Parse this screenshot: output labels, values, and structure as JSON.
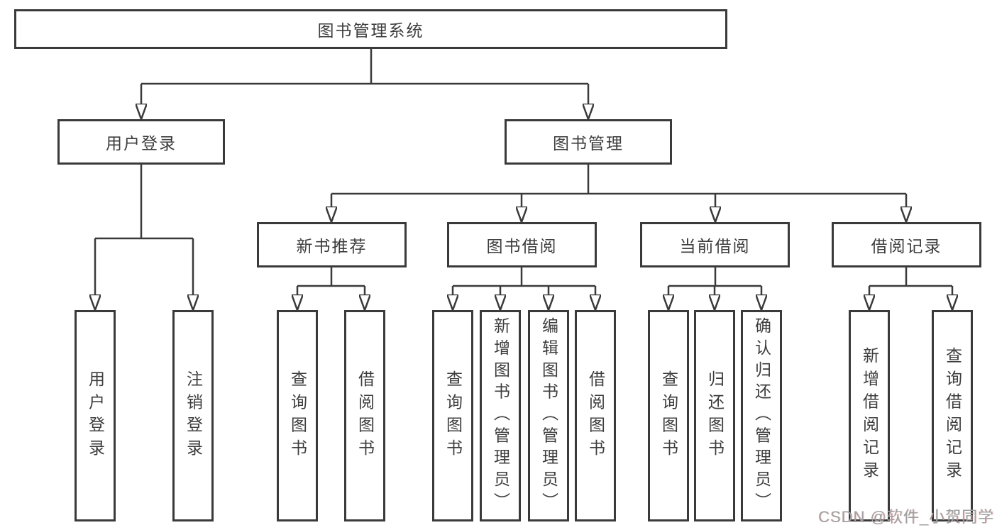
{
  "title": "图书管理系统",
  "tree": {
    "label": "图书管理系统",
    "children": [
      {
        "label": "用户登录",
        "children": [
          {
            "label": "用户登录"
          },
          {
            "label": "注销登录"
          }
        ]
      },
      {
        "label": "图书管理",
        "children": [
          {
            "label": "新书推荐",
            "children": [
              {
                "label": "查询图书"
              },
              {
                "label": "借阅图书"
              }
            ]
          },
          {
            "label": "图书借阅",
            "children": [
              {
                "label": "查询图书"
              },
              {
                "label": "新增图书（管理员）"
              },
              {
                "label": "编辑图书（管理员）"
              },
              {
                "label": "借阅图书"
              }
            ]
          },
          {
            "label": "当前借阅",
            "children": [
              {
                "label": "查询图书"
              },
              {
                "label": "归还图书"
              },
              {
                "label": "确认归还（管理员）"
              }
            ]
          },
          {
            "label": "借阅记录",
            "children": [
              {
                "label": "新增借阅记录"
              },
              {
                "label": "查询借阅记录"
              }
            ]
          }
        ]
      }
    ]
  },
  "watermark": "CSDN @软件_小贺同学",
  "colors": {
    "line": "#3a3a3a",
    "text": "#3d3d3d",
    "background": "#ffffff",
    "watermark": "#a0a0a0"
  }
}
